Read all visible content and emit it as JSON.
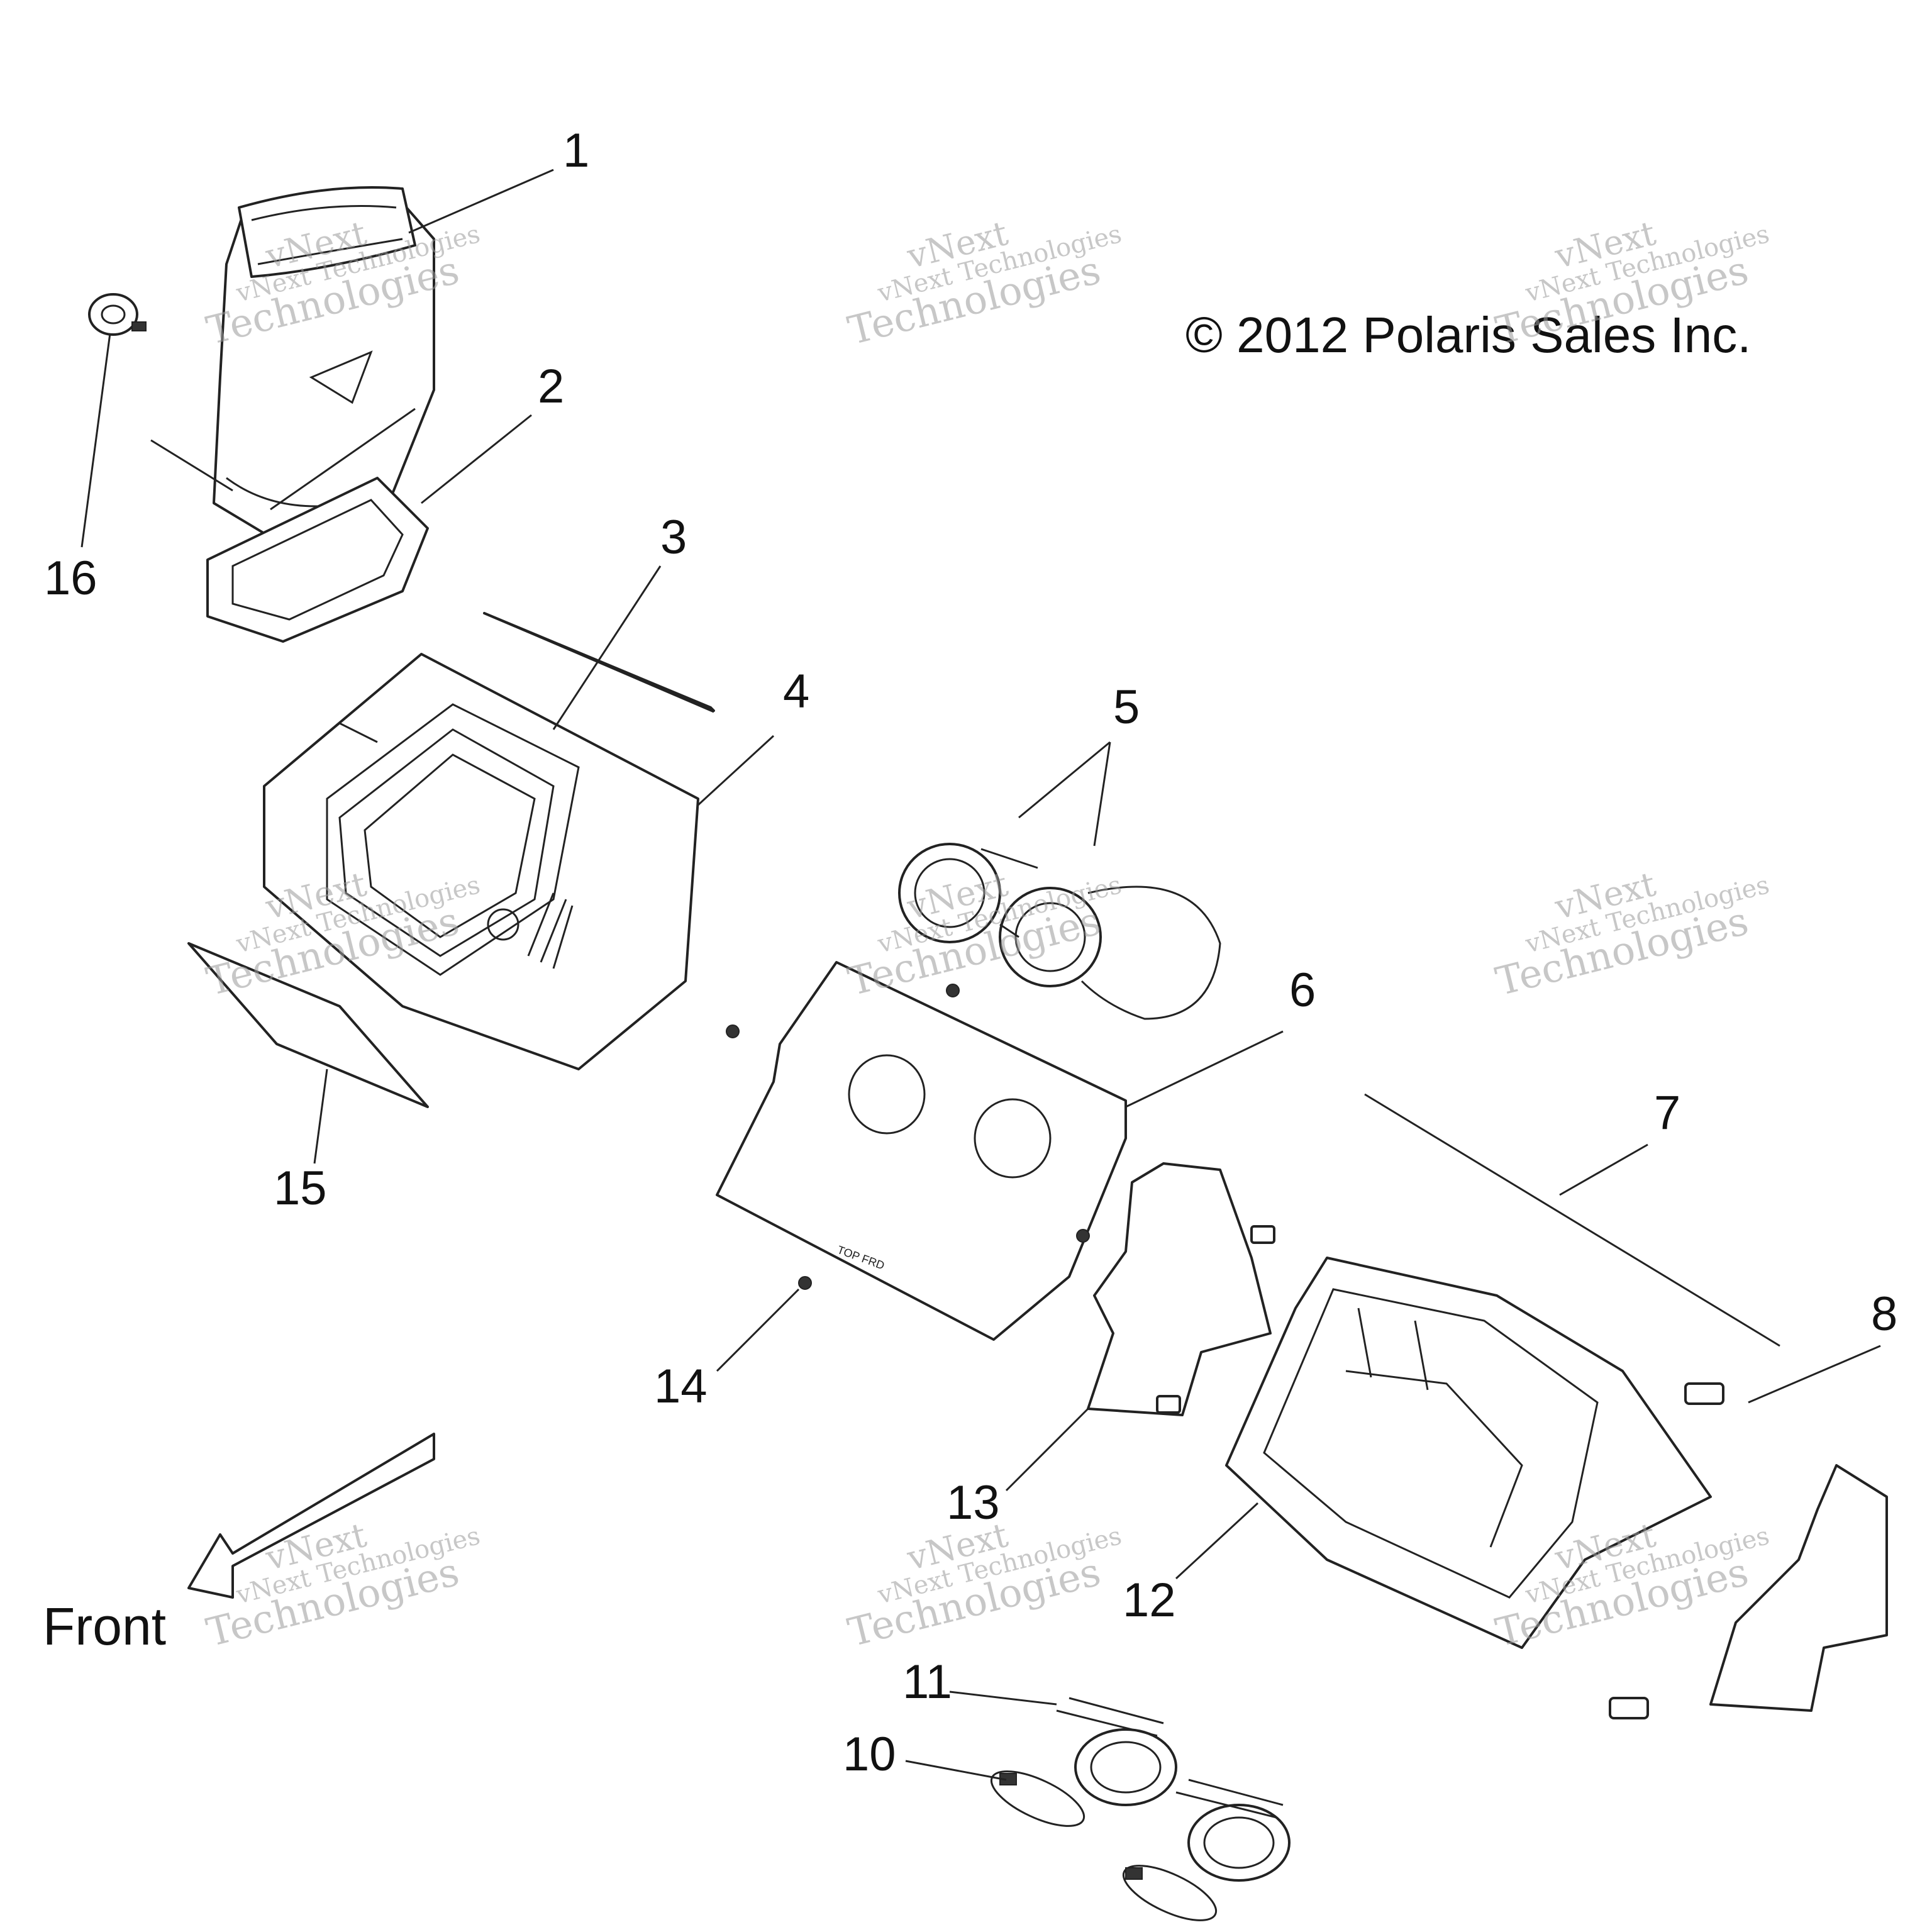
{
  "copyright": "© 2012 Polaris Sales Inc.",
  "front_label": "Front",
  "watermark": {
    "line1": "vNext",
    "line2": "Technologies",
    "small": "vNext Technologies"
  },
  "callouts": {
    "c1": "1",
    "c2": "2",
    "c3": "3",
    "c4": "4",
    "c5": "5",
    "c6": "6",
    "c7": "7",
    "c8": "8",
    "c10": "10",
    "c11": "11",
    "c12": "12",
    "c13": "13",
    "c14": "14",
    "c15": "15",
    "c16": "16"
  },
  "plate_marking": "TOP FRD"
}
